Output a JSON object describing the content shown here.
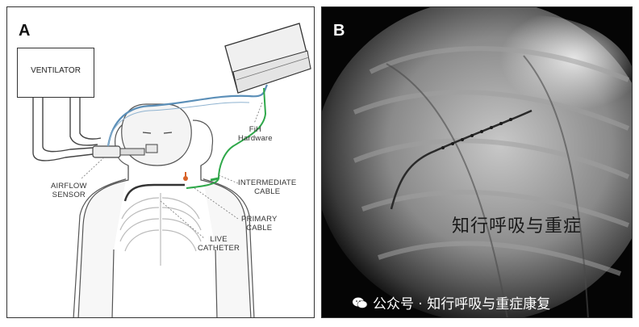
{
  "panel_a": {
    "letter": "A",
    "labels": {
      "ventilator": "VENTILATOR",
      "fih_line1": "FiH",
      "fih_line2": "Hardware",
      "intermediate_line1": "INTERMEDIATE",
      "intermediate_line2": "CABLE",
      "airflow_line1": "AIRFLOW",
      "airflow_line2": "SENSOR",
      "primary_line1": "PRIMARY",
      "primary_line2": "CABLE",
      "live_line1": "LIVE",
      "live_line2": "CATHETER"
    },
    "colors": {
      "blue_cable": "#5b8fb8",
      "green_cable": "#2fa84a",
      "orange_tip": "#d8642a"
    }
  },
  "panel_b": {
    "letter": "B",
    "watermark": "知行呼吸与重症"
  },
  "footer": {
    "account": "公众号 · 知行呼吸与重症康复",
    "icon": "wechat-icon"
  }
}
